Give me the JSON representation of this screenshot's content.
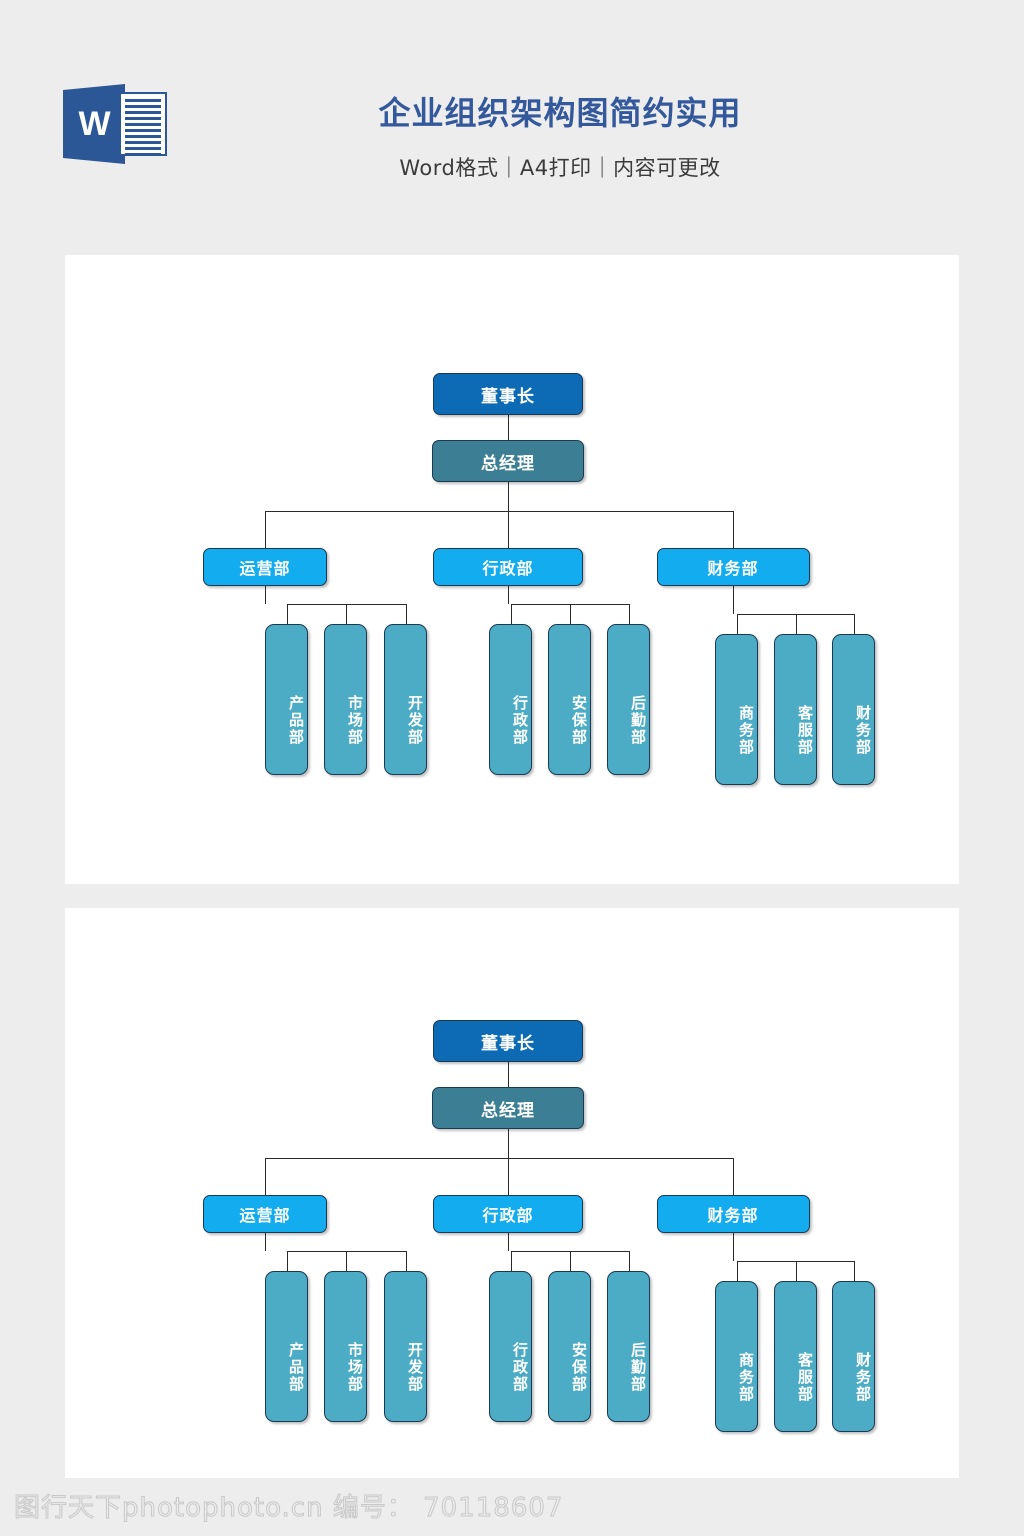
{
  "header": {
    "logo_name": "word-logo",
    "logo_letter": "W",
    "title": "企业组织架构图简约实用",
    "subtitle": "Word格式｜A4打印｜内容可更改",
    "title_color": "#33599c",
    "background_color": "#ededed"
  },
  "colors": {
    "chairman": "#0d6ab4",
    "general_manager": "#3c7e93",
    "division": "#13adef",
    "department": "#4cacc6",
    "border": "#1b3a52",
    "connector": "#2b2b2b",
    "page": "#ffffff"
  },
  "chart_data": {
    "type": "diagram",
    "title": "企业组织架构图",
    "root": "董事长",
    "second": "总经理",
    "divisions": [
      {
        "label": "运营部",
        "departments": [
          "产品部",
          "市场部",
          "开发部"
        ]
      },
      {
        "label": "行政部",
        "departments": [
          "行政部",
          "安保部",
          "后勤部"
        ]
      },
      {
        "label": "财务部",
        "departments": [
          "商务部",
          "客服部",
          "财务部"
        ]
      }
    ]
  },
  "nodes": {
    "chairman": "董事长",
    "general_manager": "总经理",
    "div_0": "运营部",
    "div_1": "行政部",
    "div_2": "财务部",
    "d00": "产品部",
    "d01": "市场部",
    "d02": "开发部",
    "d10": "行政部",
    "d11": "安保部",
    "d12": "后勤部",
    "d20": "商务部",
    "d21": "客服部",
    "d22": "财务部"
  },
  "footer": {
    "watermark": "图行天下photophoto.cn 编号： 70118607"
  }
}
